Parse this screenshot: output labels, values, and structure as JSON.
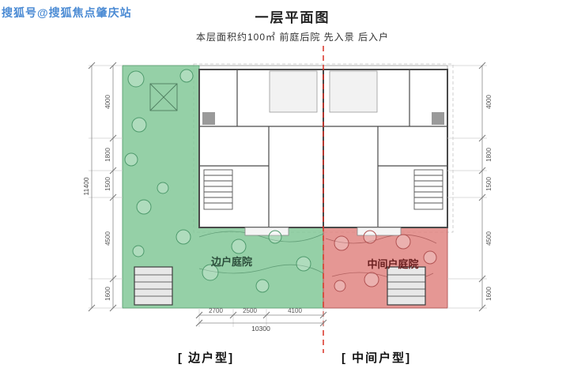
{
  "watermark": "搜狐号@搜狐焦点肇庆站",
  "header": {
    "title": "一层平面图",
    "subtitle": "本层面积约100㎡  前庭后院  先入景 后入户"
  },
  "plan": {
    "left_courtyard_label": "边户庭院",
    "right_courtyard_label": "中间户庭院",
    "colors": {
      "left_courtyard": "#7ec694",
      "right_courtyard": "#df807d",
      "divider_line": "#d93025",
      "left_label_color": "#2b4c3a",
      "right_label_color": "#6b2020"
    },
    "dimensions": {
      "left": [
        "4000",
        "1800",
        "1500",
        "4500",
        "1600"
      ],
      "left_total": "11400",
      "right": [
        "4000",
        "1800",
        "1500",
        "4500",
        "1600"
      ],
      "bottom": [
        "2700",
        "2500",
        "4100"
      ],
      "bottom_total": "10300"
    }
  },
  "footer": {
    "left_unit_label": "[ 边户型]",
    "right_unit_label": "[ 中间户型]"
  }
}
